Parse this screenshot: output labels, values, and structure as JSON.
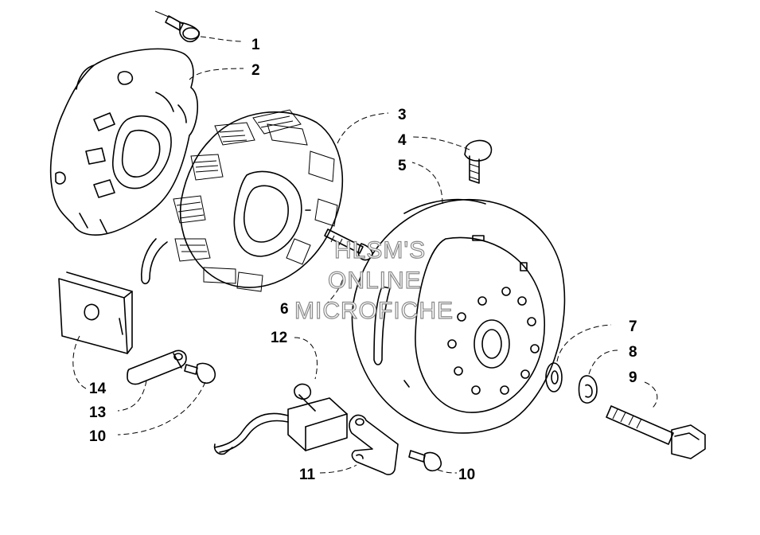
{
  "watermark": {
    "line1": "HLSM'S",
    "line2": "ONLINE",
    "line3": "MICROFICHE"
  },
  "callouts": {
    "c1": "1",
    "c2": "2",
    "c3": "3",
    "c4": "4",
    "c5": "5",
    "c6": "6",
    "c7": "7",
    "c8": "8",
    "c9": "9",
    "c10a": "10",
    "c10b": "10",
    "c11": "11",
    "c12": "12",
    "c13": "13",
    "c14": "14"
  }
}
